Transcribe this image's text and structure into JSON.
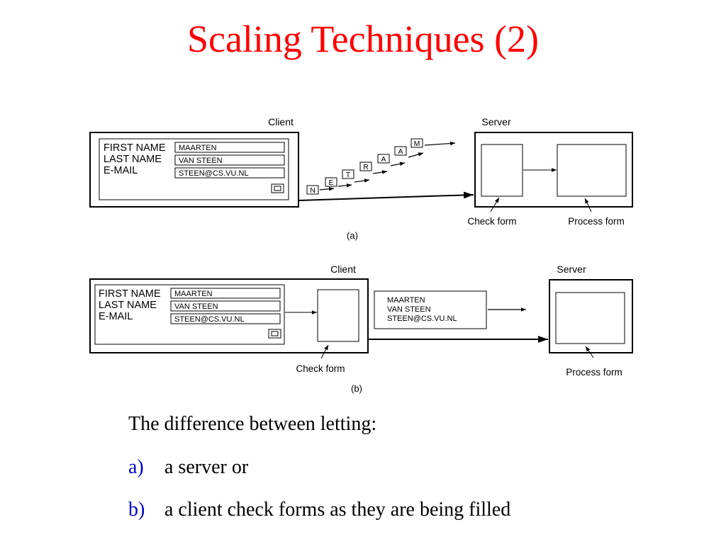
{
  "title": "Scaling Techniques (2)",
  "diagram_a": {
    "client_label": "Client",
    "server_label": "Server",
    "form": {
      "fields": [
        {
          "label": "FIRST NAME",
          "value": "MAARTEN"
        },
        {
          "label": "LAST NAME",
          "value": "VAN STEEN"
        },
        {
          "label": "E-MAIL",
          "value": "STEEN@CS.VU.NL"
        }
      ]
    },
    "chars": [
      "N",
      "E",
      "T",
      "R",
      "A",
      "A",
      "M"
    ],
    "check_form_label": "Check form",
    "process_form_label": "Process form",
    "caption": "(a)"
  },
  "diagram_b": {
    "client_label": "Client",
    "server_label": "Server",
    "form": {
      "fields": [
        {
          "label": "FIRST NAME",
          "value": "MAARTEN"
        },
        {
          "label": "LAST NAME",
          "value": "VAN STEEN"
        },
        {
          "label": "E-MAIL",
          "value": "STEEN@CS.VU.NL"
        }
      ]
    },
    "message_lines": [
      "MAARTEN",
      "VAN STEEN",
      "STEEN@CS.VU.NL"
    ],
    "check_form_label": "Check form",
    "process_form_label": "Process form",
    "caption": "(b)"
  },
  "body": {
    "intro": "The difference between letting:",
    "items": [
      {
        "marker": "a)",
        "text": "a server or"
      },
      {
        "marker": "b)",
        "text": "a client check forms as they are being filled"
      }
    ]
  },
  "colors": {
    "title": "#ff0000",
    "bullet": "#0000cc"
  }
}
